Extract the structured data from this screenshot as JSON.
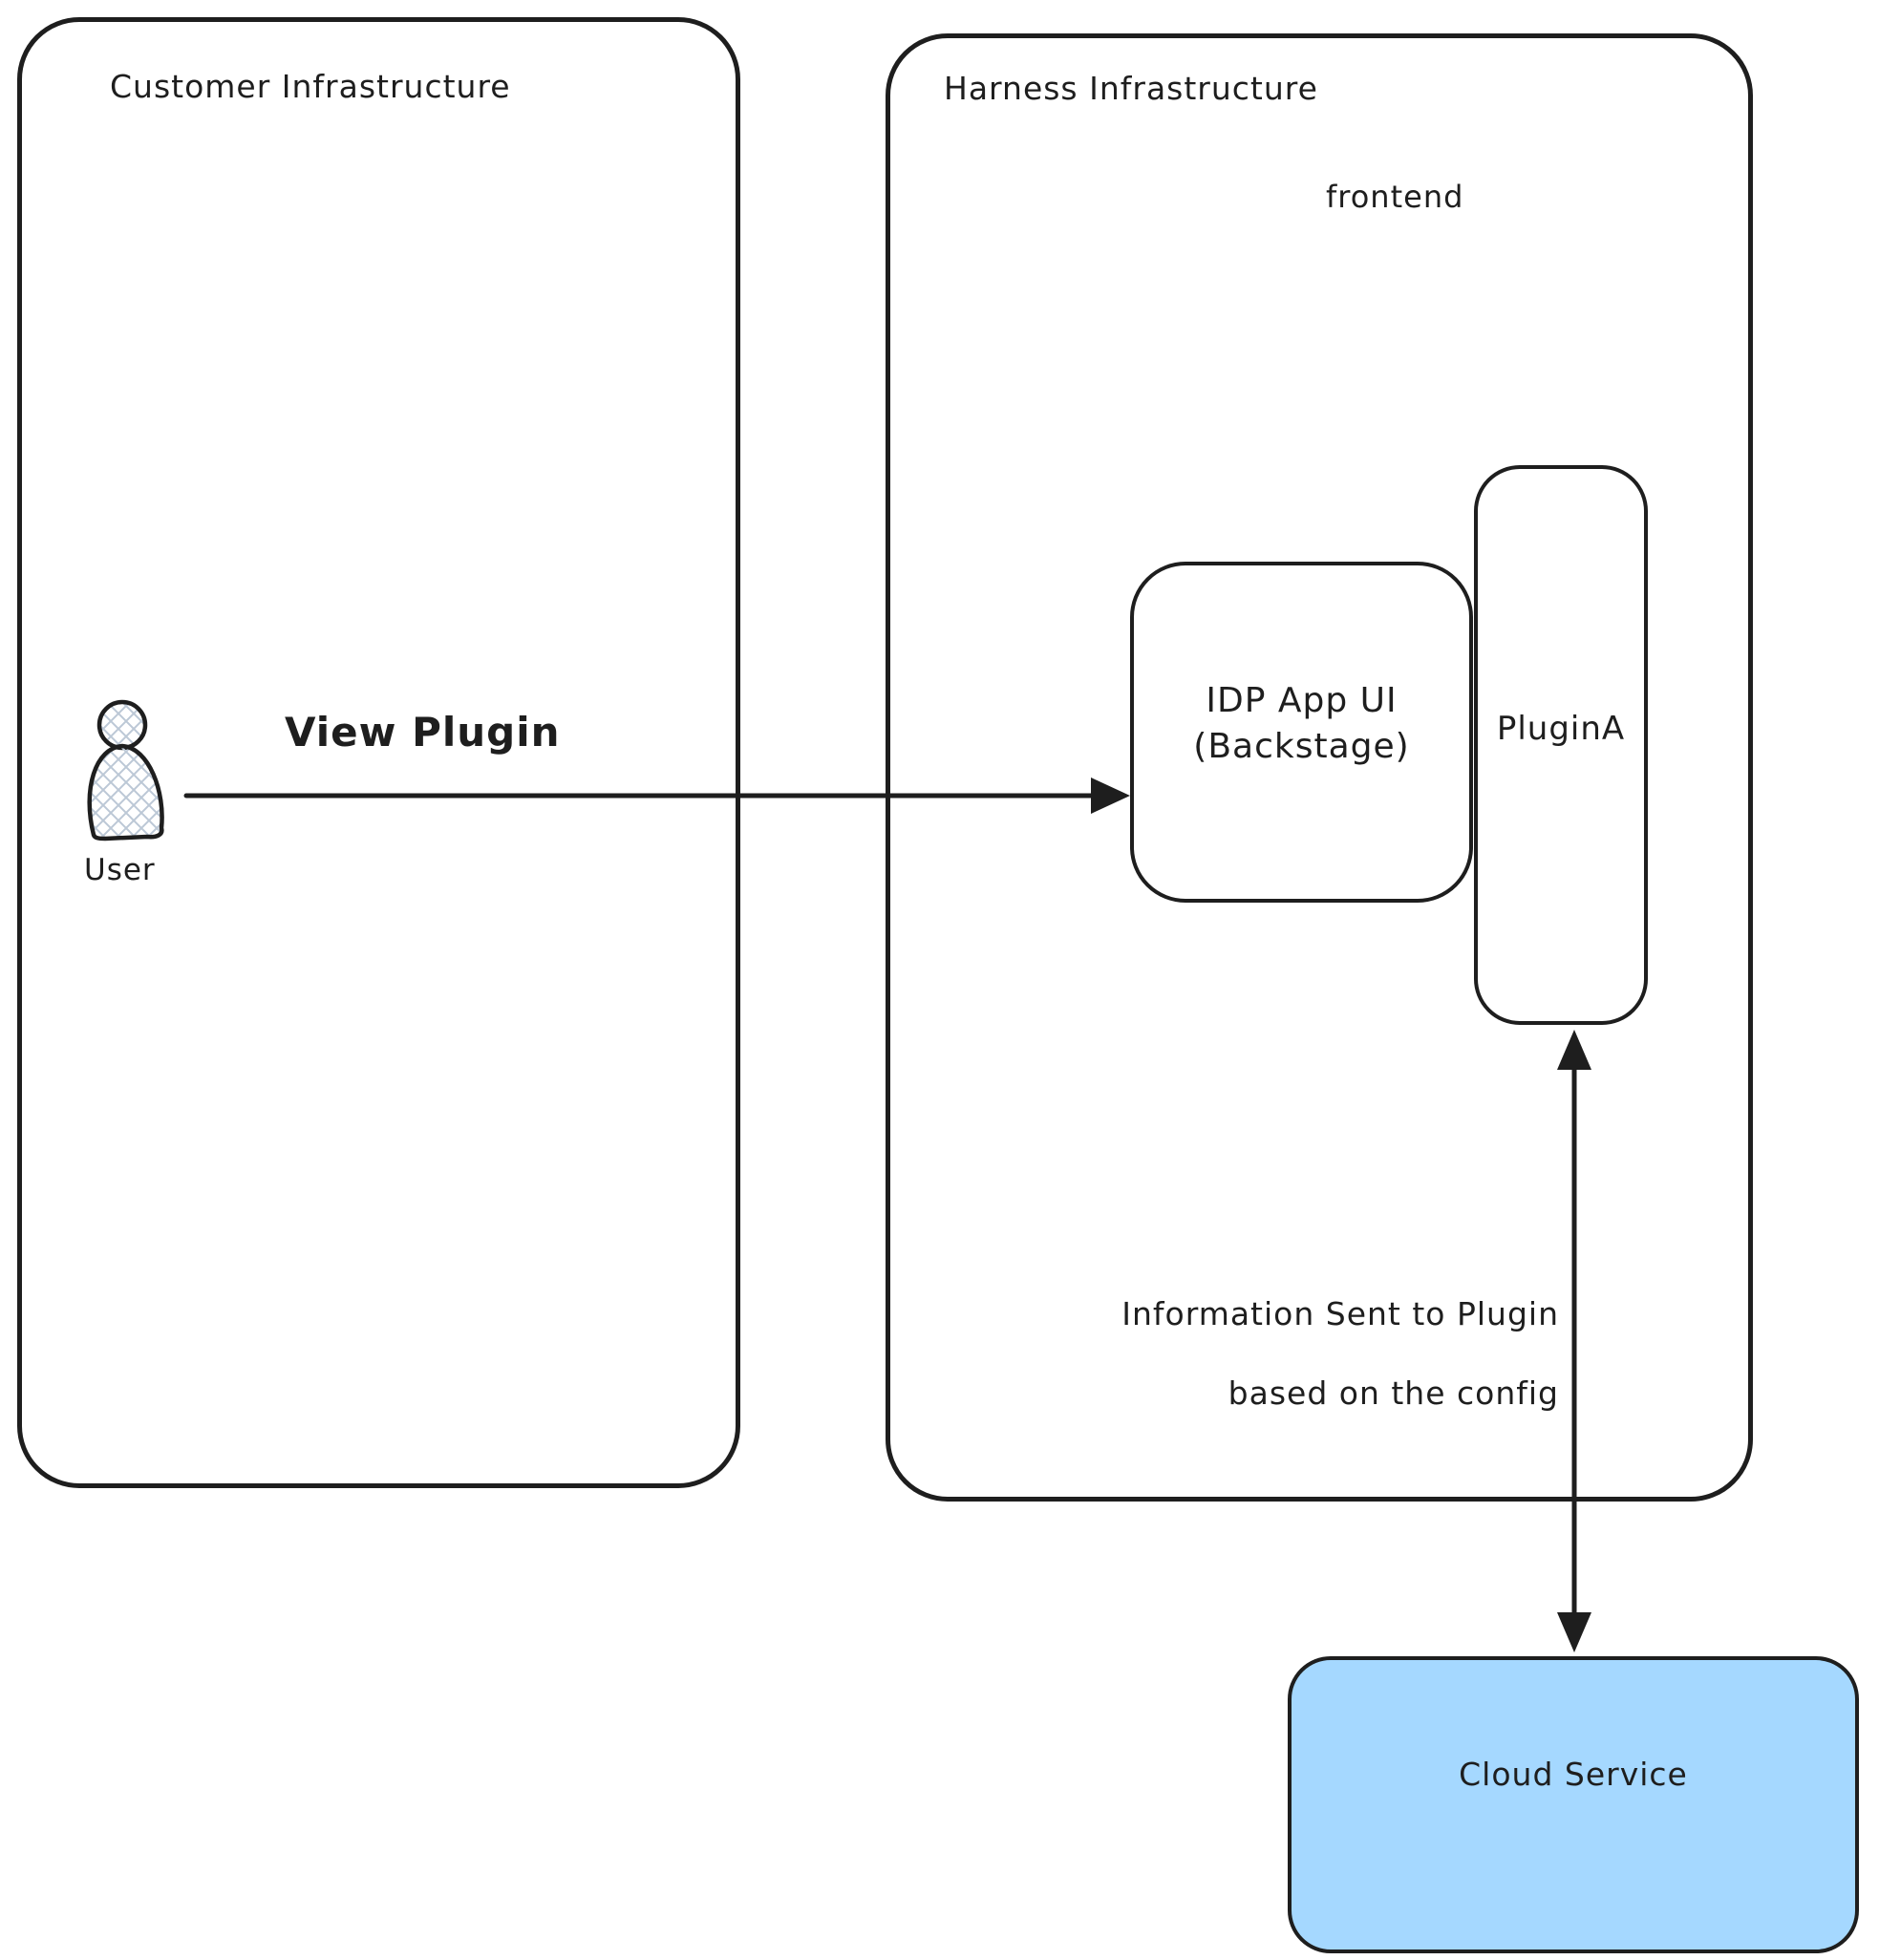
{
  "diagram": {
    "stroke_color": "#1e1e1e",
    "customer": {
      "title": "Customer Infrastructure"
    },
    "harness": {
      "title": "Harness Infrastructure",
      "frontend_label": "frontend"
    },
    "user": {
      "label": "User"
    },
    "idp": {
      "line1": "IDP App UI",
      "line2": "(Backstage)"
    },
    "plugin": {
      "label": "PluginA"
    },
    "cloud": {
      "label": "Cloud Service",
      "fill": "#a5d8ff"
    },
    "edges": {
      "view_plugin": {
        "label": "View Plugin"
      },
      "info": {
        "line1": "Information Sent to Plugin",
        "line2": "based on the config"
      }
    }
  }
}
